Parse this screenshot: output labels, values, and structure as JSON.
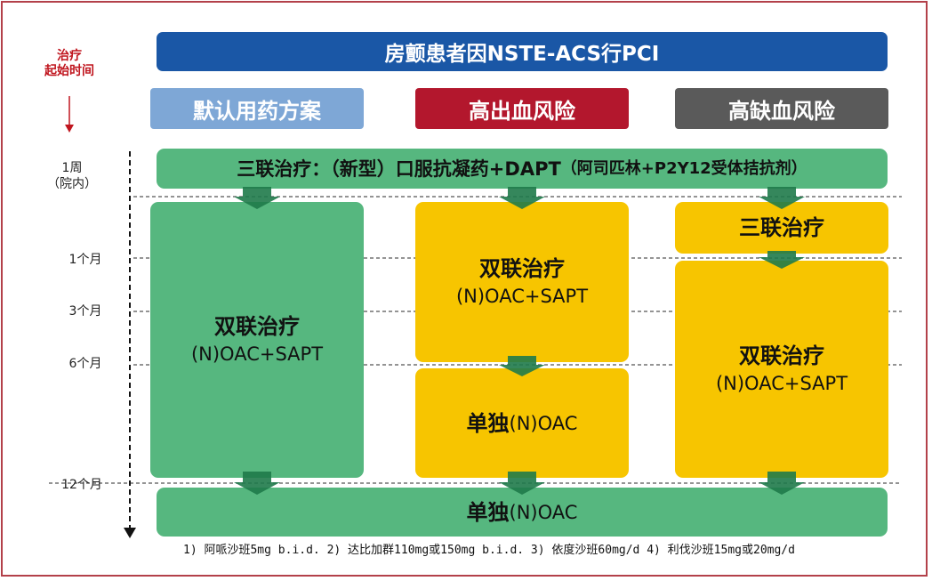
{
  "title": "房颤患者因NSTE-ACS行PCI",
  "time_axis_label": [
    "治疗",
    "起始时间"
  ],
  "categories": [
    {
      "label": "默认用药方案",
      "color": "#7ea7d6"
    },
    {
      "label": "高出血风险",
      "color": "#b3172d"
    },
    {
      "label": "高缺血风险",
      "color": "#5a5a5a"
    }
  ],
  "ticks": {
    "week1": [
      "1周",
      "（院内）"
    ],
    "m1": "1个月",
    "m3": "3个月",
    "m6": "6个月",
    "m12": "12个月"
  },
  "triple_initial": {
    "main": "三联治疗：（新型）口服抗凝药+DAPT",
    "detail": "（阿司匹林+P2Y12受体拮抗剂）"
  },
  "default_box": {
    "title": "双联治疗",
    "regimen": "(N)OAC+SAPT"
  },
  "bleed_box1": {
    "title": "双联治疗",
    "regimen": "(N)OAC+SAPT"
  },
  "bleed_box2": {
    "prefix": "单独",
    "regimen": "(N)OAC"
  },
  "isch_box1": {
    "title": "三联治疗"
  },
  "isch_box2": {
    "title": "双联治疗",
    "regimen": "(N)OAC+SAPT"
  },
  "final_box": {
    "prefix": "单独",
    "regimen": "(N)OAC"
  },
  "footnote": "1) 阿哌沙班5mg b.i.d.  2) 达比加群110mg或150mg b.i.d.  3) 依度沙班60mg/d  4) 利伐沙班15mg或20mg/d",
  "colors": {
    "green": "#56b77f",
    "yellow": "#f7c500",
    "arrow": "#1f7a4a",
    "title_blue": "#1a57a6",
    "time_red": "#c0161f"
  }
}
